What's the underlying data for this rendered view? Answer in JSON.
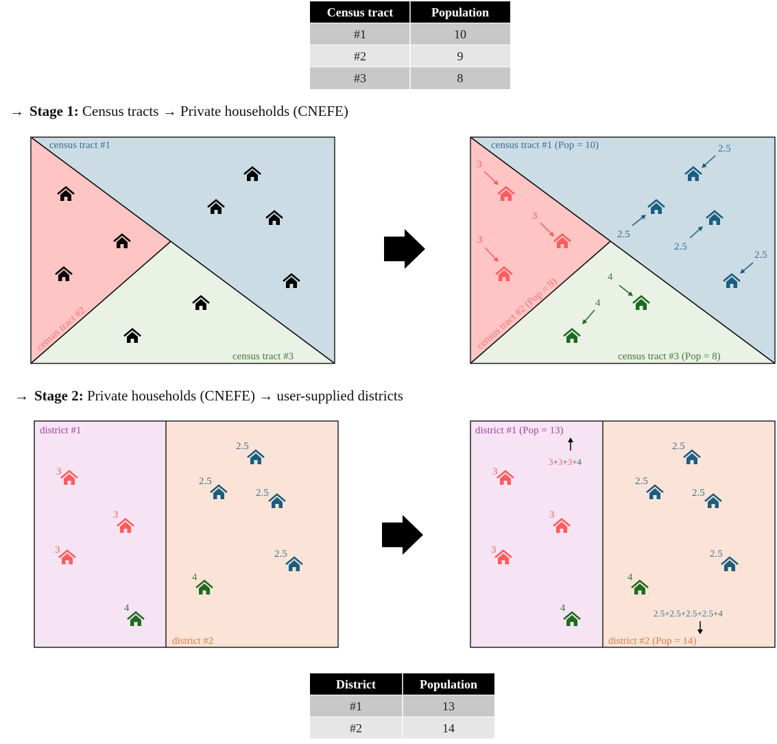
{
  "colors": {
    "tract1_fill": "#cbdce5",
    "tract2_fill": "#ffc4c4",
    "tract3_fill": "#e9f2e4",
    "tract1_text": "#3b7090",
    "tract2_text": "#f07a7a",
    "tract3_text": "#3e7a3e",
    "blue_house": "#1a5e80",
    "red_house": "#fd5c5c",
    "green_house": "#1d6b20",
    "black_house": "#000000",
    "district1_fill": "#f6e4f4",
    "district2_fill": "#fbe4d7",
    "district1_text": "#a543a0",
    "district2_text": "#e07b45",
    "table_header": "#000000",
    "table_row_dark": "#c8c8c8",
    "table_row_light": "#e6e6e6"
  },
  "top_table": {
    "headers": [
      "Census tract",
      "Population"
    ],
    "rows": [
      [
        "#1",
        "10"
      ],
      [
        "#2",
        "9"
      ],
      [
        "#3",
        "8"
      ]
    ]
  },
  "stage1": {
    "arrow": "→",
    "label": "Stage 1:",
    "text": " Census tracts → Private households (CNEFE)",
    "before": {
      "tract1": "census tract #1",
      "tract2": "census tract #2",
      "tract3": "census tract #3"
    },
    "after": {
      "tract1": "census tract #1 (Pop = 10)",
      "tract2": "census tract #2 (Pop = 9)",
      "tract3": "census tract #3 (Pop = 8)",
      "weights": {
        "red": [
          "3",
          "3",
          "3"
        ],
        "green": [
          "4",
          "4"
        ],
        "blue": [
          "2.5",
          "2.5",
          "2.5",
          "2.5"
        ]
      }
    }
  },
  "stage2": {
    "arrow": "→",
    "label": "Stage 2:",
    "text": " Private households (CNEFE) → user-supplied districts",
    "before": {
      "district1": "district #1",
      "district2": "district #2"
    },
    "after": {
      "district1": "district #1 (Pop = 13)",
      "district2": "district #2 (Pop = 14)",
      "sum1_terms": [
        {
          "v": "3",
          "c": "red"
        },
        {
          "v": "3",
          "c": "red"
        },
        {
          "v": "3",
          "c": "red"
        },
        {
          "v": "4",
          "c": "green"
        }
      ],
      "sum2_terms": [
        {
          "v": "2.5",
          "c": "blue"
        },
        {
          "v": "2.5",
          "c": "blue"
        },
        {
          "v": "2.5",
          "c": "blue"
        },
        {
          "v": "2.5",
          "c": "blue"
        },
        {
          "v": "4",
          "c": "green"
        }
      ],
      "plus": "+"
    },
    "weights": {
      "red": [
        "3",
        "3",
        "3"
      ],
      "green": [
        "4",
        "4"
      ],
      "blue": [
        "2.5",
        "2.5",
        "2.5",
        "2.5"
      ]
    }
  },
  "bottom_table": {
    "headers": [
      "District",
      "Population"
    ],
    "rows": [
      [
        "#1",
        "13"
      ],
      [
        "#2",
        "14"
      ]
    ]
  }
}
